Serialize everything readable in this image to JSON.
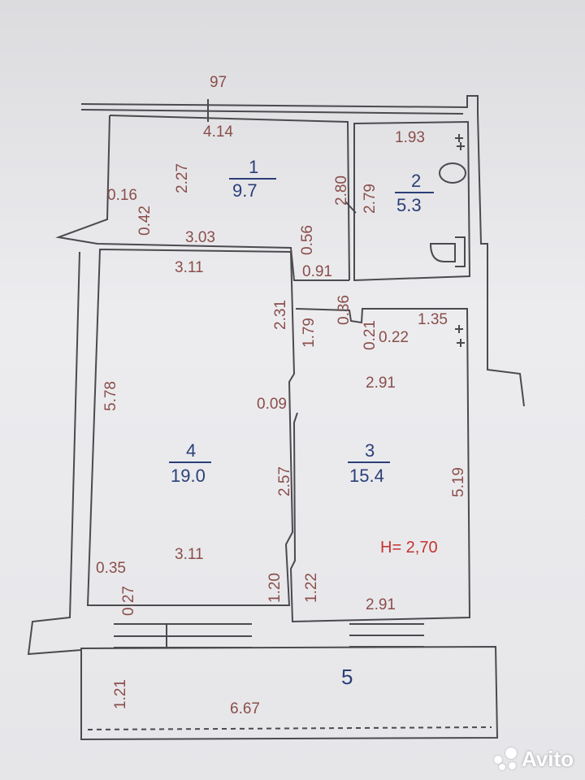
{
  "sheet_number": "97",
  "rooms": [
    {
      "number": "1",
      "area": "9.7"
    },
    {
      "number": "2",
      "area": "5.3"
    },
    {
      "number": "3",
      "area": "15.4"
    },
    {
      "number": "4",
      "area": "19.0"
    },
    {
      "number": "5"
    }
  ],
  "dimensions": {
    "r1_top": "4.14",
    "r1_height": "2.27",
    "r1_left": "0.16",
    "r1_left_step": "0.42",
    "r1_bottom": "3.03",
    "r1_right": "2.80",
    "r1_right_step": "0.56",
    "r2_top": "1.93",
    "r2_left": "2.79",
    "r4_top": "3.11",
    "r4_left": "5.78",
    "r4_right_top": "2.31",
    "r4_wall": "0.09",
    "r4_door": "2.57",
    "r4_bottom": "3.11",
    "r4_corner": "0.35",
    "r4_sill": "0.27",
    "r4_window_side": "1.20",
    "corridor_w": "0.91",
    "corridor_step": "1.79",
    "corridor_gap": "0.36",
    "r3_step_a": "0.21",
    "r3_step_b": "0.22",
    "r3_top": "1.35",
    "r3_width": "2.91",
    "r3_right": "5.19",
    "r3_window_side": "1.22",
    "r3_bottom": "2.91",
    "balcony_side": "1.21",
    "balcony_length": "6.67"
  },
  "ceiling_height": "H= 2,70",
  "watermark": "Avito",
  "colors": {
    "dimension_text": "#8a4e4a",
    "room_label": "#2b3f78",
    "height_text": "#c4332f",
    "wall_line": "#4a4a4f"
  }
}
